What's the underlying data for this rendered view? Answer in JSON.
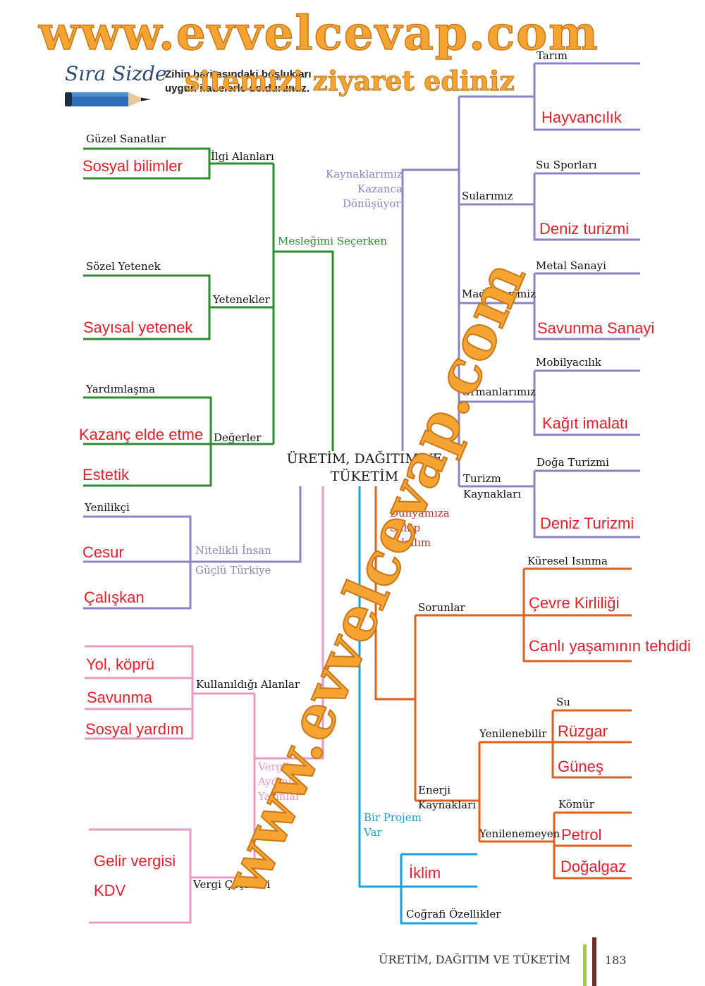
{
  "watermark": {
    "banner": "www.evvelcevap.com",
    "subbanner": "sitemizi ziyaret ediniz",
    "diagonal": "www.evvelcevap.com"
  },
  "header": {
    "section_title": "Sıra Sizde",
    "instruction_line1": "Zihin haritasındaki boşlukları",
    "instruction_line2": "uygun ifadelerle doldurunuz."
  },
  "center_title": {
    "line1": "ÜRETİM, DAĞITIM VE",
    "line2": "TÜKETİM"
  },
  "green_branch": {
    "title": "Mesleğimi Seçerken",
    "ilgi": {
      "label": "İlgi Alanları",
      "top": "Güzel Sanatlar",
      "answer": "Sosyal bilimler"
    },
    "yetenek": {
      "label": "Yetenekler",
      "top": "Sözel Yetenek",
      "answer": "Sayısal yetenek"
    },
    "degerler": {
      "label": "Değerler",
      "top": "Yardımlaşma",
      "answer1": "Kazanç elde etme",
      "answer2": "Estetik"
    }
  },
  "lilac_branch": {
    "label1": "Nitelikli İnsan",
    "label2": "Güçlü Türkiye",
    "top": "Yenilikçi",
    "answer1": "Cesur",
    "answer2": "Çalışkan"
  },
  "pink_branch": {
    "title1": "Vergilerin",
    "title2": "Aydınlık",
    "title3": "Yarınlar",
    "kullanildigi": {
      "label": "Kullanıldığı Alanlar",
      "a1": "Yol, köprü",
      "a2": "Savunma",
      "a3": "Sosyal yardım"
    },
    "vergi": {
      "label": "Vergi Çeşitleri",
      "a1": "Gelir vergisi",
      "a2": "KDV"
    }
  },
  "purple_branch": {
    "title1": "Kaynaklarımız",
    "title2": "Kazanca",
    "title3": "Dönüşüyor",
    "topraklar": {
      "top": "Tarım",
      "answer": "Hayvancılık"
    },
    "sularimiz": {
      "label": "Sularımız",
      "top": "Su Sporları",
      "answer": "Deniz turizmi"
    },
    "madenler": {
      "label": "Madenlerimiz",
      "top": "Metal Sanayi",
      "answer": "Savunma Sanayi"
    },
    "ormanlar": {
      "label": "Ormanlarımız",
      "top": "Mobilyacılık",
      "answer": "Kağıt imalatı"
    },
    "turizm": {
      "label1": "Turizm",
      "label2": "Kaynakları",
      "top": "Doğa Turizmi",
      "answer": "Deniz Turizmi"
    }
  },
  "orange_branch": {
    "title1": "Dünyamıza",
    "title2": "Sahip",
    "title3": "Çıkalım",
    "sorunlar": {
      "label": "Sorunlar",
      "top": "Küresel Isınma",
      "answer1": "Çevre Kirliliği",
      "answer2": "Canlı yaşamının tehdidi"
    },
    "enerji": {
      "label1": "Enerji",
      "label2": "Kaynakları"
    },
    "yenilenebilir": {
      "label": "Yenilenebilir",
      "top": "Su",
      "a1": "Rüzgar",
      "a2": "Güneş"
    },
    "yenilenemeyen": {
      "label": "Yenilenemeyen",
      "top": "Kömür",
      "a1": "Petrol",
      "a2": "Doğalgaz"
    }
  },
  "blue_branch": {
    "title1": "Bir Projem",
    "title2": "Var",
    "answer": "İklim",
    "bottom": "Coğrafi Özellikler"
  },
  "footer": {
    "title": "ÜRETİM, DAĞITIM VE TÜKETİM",
    "page": "183"
  },
  "colors": {
    "green": "#2e8b2e",
    "purple": "#8a84c2",
    "pink": "#e89ac0",
    "blue": "#1aa0dc",
    "orange": "#e0601c",
    "answer_red": "#e3202a",
    "watermark": "#f6a331"
  }
}
